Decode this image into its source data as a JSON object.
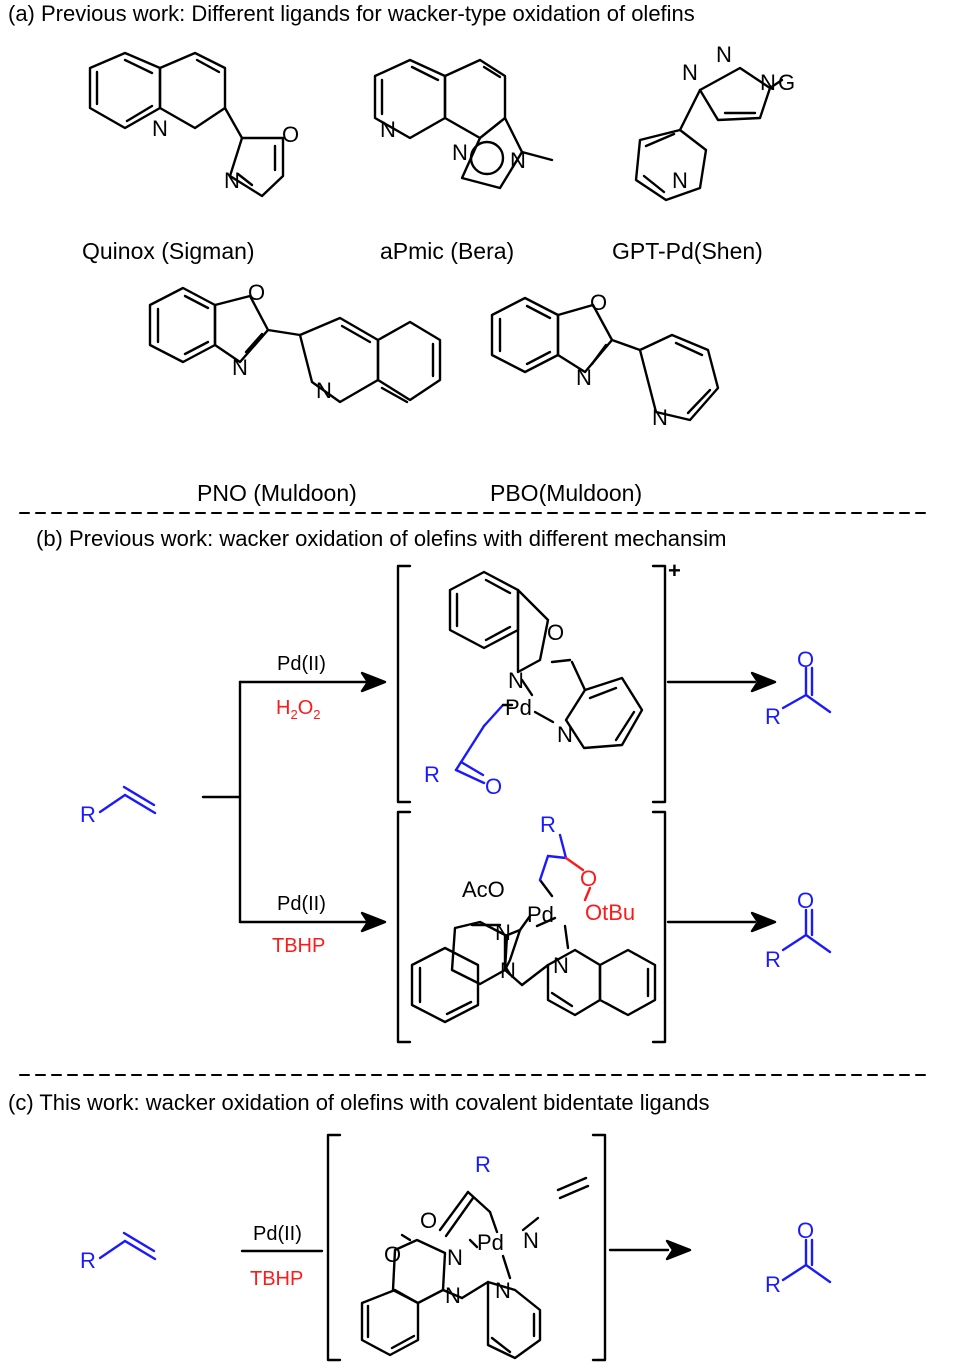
{
  "sections": {
    "a": {
      "heading": "(a) Previous work: Different ligands for wacker-type oxidation of olefins"
    },
    "b": {
      "heading": "(b) Previous work: wacker oxidation of olefins with different mechansim"
    },
    "c": {
      "heading": "(c) This work:  wacker oxidation of olefins with covalent bidentate ligands"
    }
  },
  "ligands": [
    {
      "name": "Quinox (Sigman)"
    },
    {
      "name": "aPmic (Bera)"
    },
    {
      "name": "GPT-Pd(Shen)"
    },
    {
      "name": "PNO (Muldoon)"
    },
    {
      "name": "PBO(Muldoon)"
    }
  ],
  "atoms": {
    "N": "N",
    "O": "O",
    "G": "G",
    "R": "R",
    "Pd": "Pd",
    "AcO": "AcO",
    "OtBu": "OtBu",
    "charge": "+"
  },
  "conditions": {
    "catalyst": "Pd(II)",
    "h2o2_main": "H",
    "h2o2_sub": "2",
    "h2o2_o": "O",
    "h2o2_sub2": "2",
    "tbhp": "TBHP"
  },
  "colors": {
    "substrate": "#1a1aff",
    "oxidant": "#ff1a1a",
    "bond": "#000000"
  }
}
